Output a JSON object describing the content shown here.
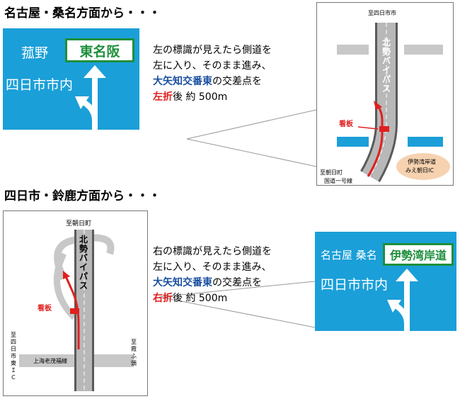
{
  "sections": {
    "top_heading": "名古屋・桑名方面から・・・",
    "bottom_heading": "四日市・鈴鹿方面から・・・"
  },
  "top_sign": {
    "left_place": "菰野",
    "green_box": "東名阪",
    "bottom_place": "四日市市内"
  },
  "top_desc": {
    "line1": "左の標識が見えたら側道を",
    "line2": "左に入り、そのまま進み、",
    "line3_bold": "大矢知交番東",
    "line3_rest": "の交差点を",
    "line4_bold": "左折",
    "line4_rest": "後 約 500m"
  },
  "top_map": {
    "to_top": "至四日市市",
    "road_name": "北勢バイパス",
    "board_label": "看板",
    "bay_label_1": "伊勢湾岸道",
    "bay_label_2": "みえ朝日IC",
    "to_bottom_1": "至朝日町",
    "to_bottom_2": "国道一号線"
  },
  "bottom_map": {
    "to_top": "至朝日町",
    "road_name": "北勢バイパス",
    "board_label": "看板",
    "left_vertical": "至四日市東ＩＣ",
    "right_vertical": "至霞ふ頭",
    "cross_road": "上海老茂福線"
  },
  "bottom_desc": {
    "line1": "右の標識が見えたら側道を",
    "line2": "左に入り、そのまま進み、",
    "line3_bold": "大矢知交番東",
    "line3_rest": "の交差点を",
    "line4_bold": "右折",
    "line4_rest": "後 約 500m"
  },
  "bottom_sign": {
    "top_places": "名古屋 桑名",
    "green_box": "伊勢湾岸道",
    "bottom_place": "四日市市内"
  },
  "colors": {
    "sign_blue": "#1b9fd8",
    "green": "#1e8f3c",
    "route_red": "#e0201f",
    "text_blue": "#1a4fa0"
  }
}
